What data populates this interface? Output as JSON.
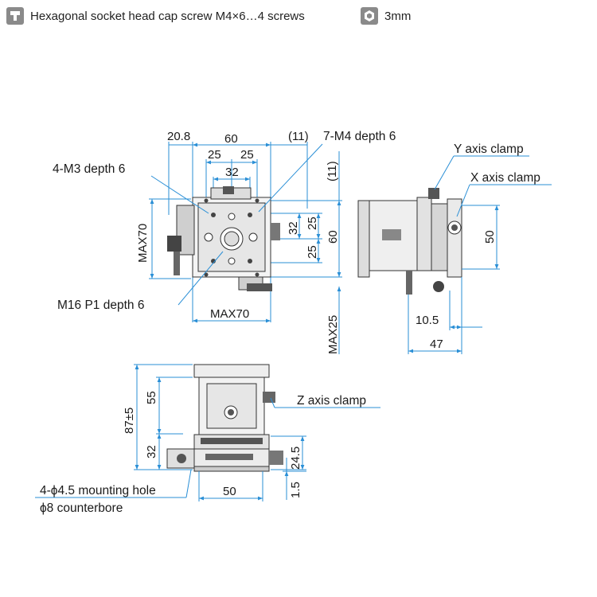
{
  "header": {
    "screw_text": "Hexagonal socket head cap screw M4×6…4 screws",
    "wrench_text": "3mm",
    "screw_icon": "socket-screw-icon",
    "wrench_icon": "hex-wrench-icon"
  },
  "labels": {
    "m3": "4-M3 depth 6",
    "m4": "7-M4 depth 6",
    "m16": "M16 P1 depth 6",
    "y_clamp": "Y axis clamp",
    "x_clamp": "X axis clamp",
    "z_clamp": "Z axis clamp",
    "mount1": "4-ϕ4.5 mounting hole",
    "mount2": "ϕ8 counterbore"
  },
  "dims": {
    "d20_8": "20.8",
    "d60_top": "60",
    "d11_top": "(11)",
    "d25a": "25",
    "d25b": "25",
    "d32_top": "32",
    "d11_side": "(11)",
    "dmax70_v": "MAX70",
    "d32_side": "32",
    "d25_side_a": "25",
    "d25_side_b": "25",
    "d60_side": "60",
    "dmax70_h": "MAX70",
    "dmax25": "MAX25",
    "d50_right": "50",
    "d10_5": "10.5",
    "d47": "47",
    "d87": "87±5",
    "d55": "55",
    "d32_front": "32",
    "d24_5": "24.5",
    "d1_5": "1.5",
    "d50_bottom": "50"
  },
  "colors": {
    "dimension_line": "#2a8fd6",
    "outline": "#333333",
    "icon_bg": "#8a8a8a"
  }
}
